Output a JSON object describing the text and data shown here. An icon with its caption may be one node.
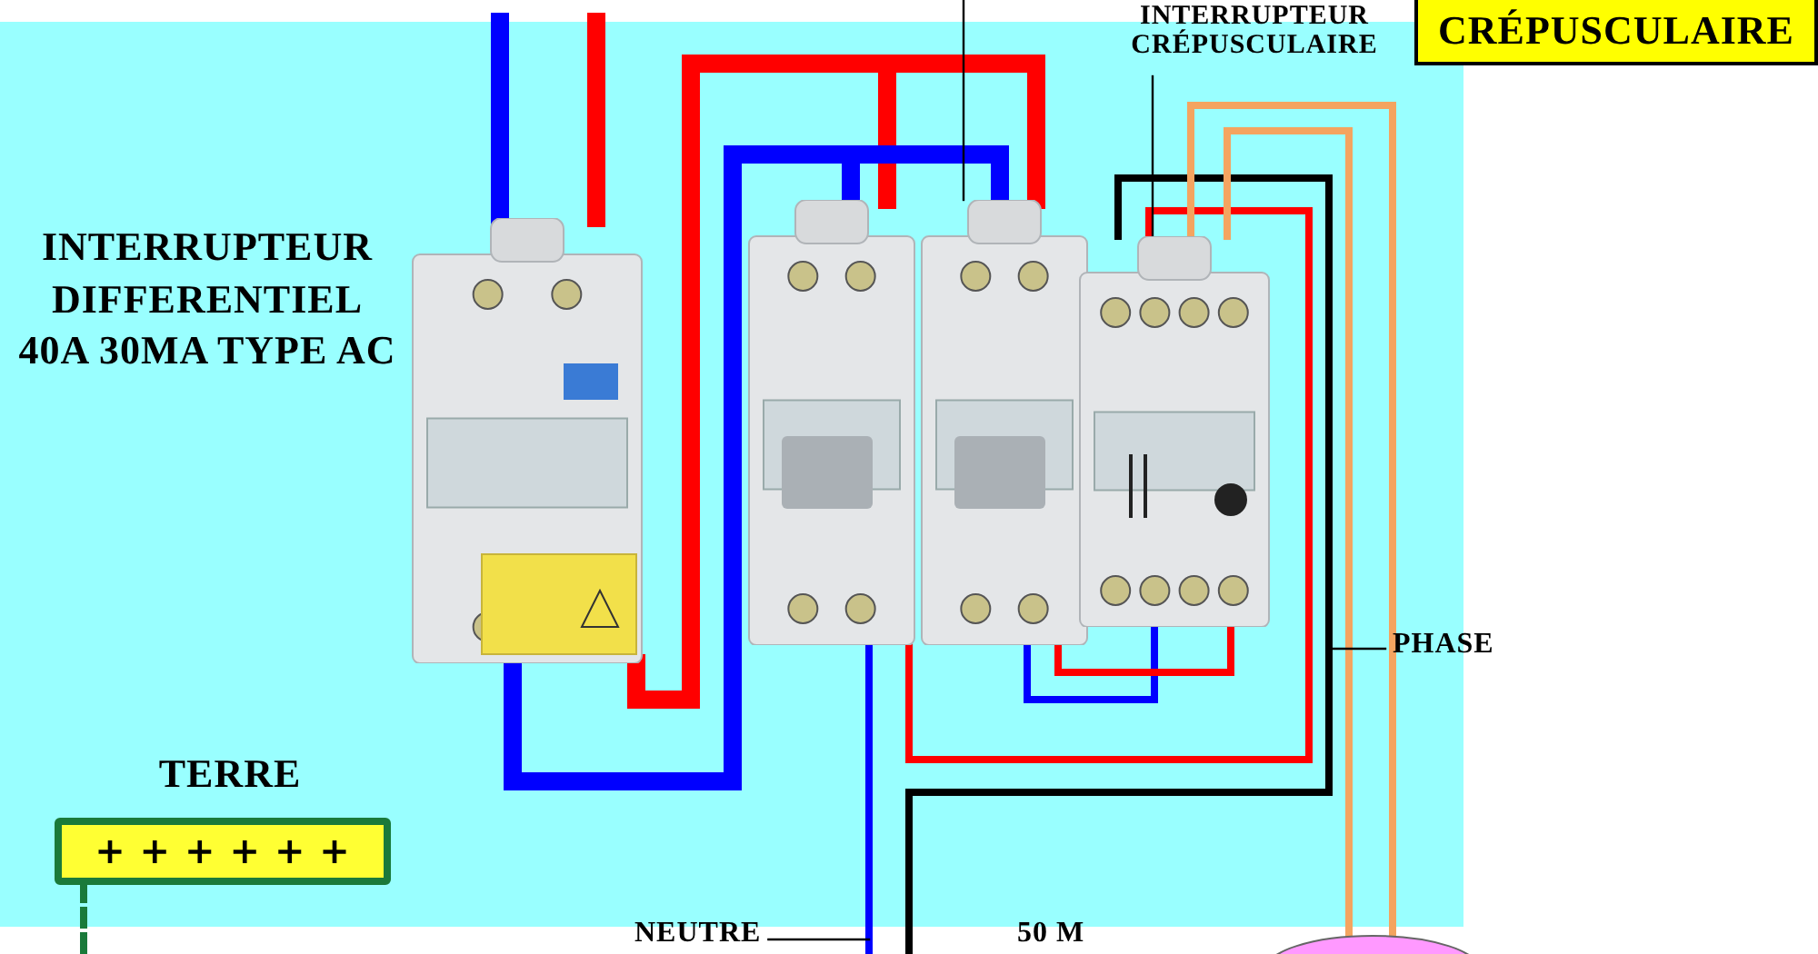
{
  "diagram": {
    "nodes": [
      {
        "text": [],
        "shape": "picture",
        "beside": [
          "INTERRUPTEUR DIFFERENTIEL 40A 30MA TYPE AC"
        ]
      },
      {
        "text": [],
        "shape": "picture"
      },
      {
        "text": [],
        "shape": "picture"
      },
      {
        "text": [],
        "shape": "picture"
      },
      {
        "text": [
          "INTERRUPTEUR CRÉPUSCULAIRE"
        ]
      },
      {
        "text": [
          "+ + + + + +"
        ],
        "beside": [
          "TERRE"
        ]
      },
      {
        "text": [
          "NEUTRE"
        ]
      },
      {
        "text": [
          "PHASE"
        ]
      },
      {
        "text": [
          "CRÉPUSCULAIRE"
        ]
      },
      {
        "text": [],
        "shape": "circle"
      }
    ],
    "edges": [
      {
        "from": null,
        "to": 0,
        "arrow": "none",
        "style": "thick",
        "color": "#0000ff"
      },
      {
        "from": null,
        "to": 0,
        "arrow": "none",
        "style": "thick",
        "color": "#ff0000"
      },
      {
        "from": 0,
        "to": 1,
        "arrow": "none",
        "style": "thick",
        "color": "#ff0000"
      },
      {
        "from": 0,
        "to": 2,
        "arrow": "none",
        "style": "thick",
        "color": "#ff0000"
      },
      {
        "from": 0,
        "to": 1,
        "arrow": "none",
        "style": "thick",
        "color": "#0000ff"
      },
      {
        "from": 0,
        "to": 2,
        "arrow": "none",
        "style": "thick",
        "color": "#0000ff"
      },
      {
        "from": 2,
        "to": 3,
        "arrow": "none",
        "color": "#0000ff"
      },
      {
        "from": 2,
        "to": 3,
        "arrow": "none",
        "color": "#ff0000"
      },
      {
        "from": 1,
        "to": 3,
        "arrow": "none",
        "color": "#ff0000"
      },
      {
        "from": 3,
        "to": null,
        "arrow": "none",
        "color": "#000000"
      },
      {
        "from": 1,
        "to": null,
        "arrow": "none",
        "color": "#0000ff"
      },
      {
        "from": 3,
        "to": 9,
        "arrow": "none",
        "color": "#f4a460"
      },
      {
        "from": 3,
        "to": 9,
        "arrow": "none",
        "color": "#f4a460"
      },
      {
        "from": 4,
        "to": 3,
        "arrow": "none",
        "color": "#000000"
      },
      {
        "from": null,
        "to": 2,
        "arrow": "none",
        "color": "#000000"
      },
      {
        "from": 6,
        "to": null,
        "arrow": "none",
        "color": "#000000"
      },
      {
        "from": 7,
        "to": null,
        "arrow": "none",
        "color": "#000000"
      },
      {
        "from": 5,
        "to": null,
        "arrow": "none",
        "style": "dashed",
        "color": "#1a7a3a"
      }
    ],
    "labels": [
      "50 M"
    ]
  }
}
